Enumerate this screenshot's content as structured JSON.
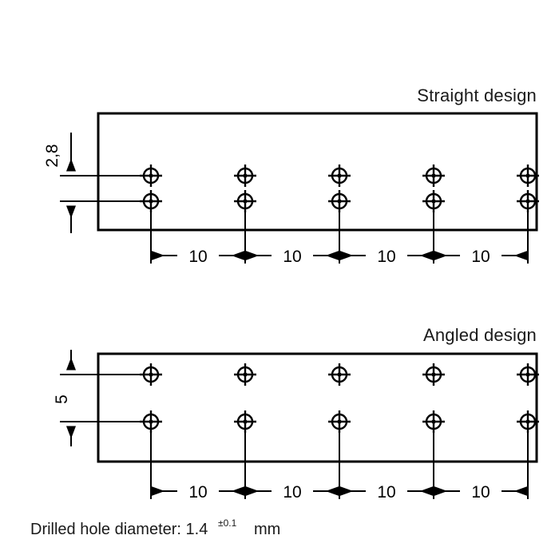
{
  "figure": {
    "kind": "mechanical-drilling-pattern-drawing",
    "caption": {
      "main": "Drilled hole diameter: 1.4",
      "tolerance": "±0.1",
      "unit": "mm"
    }
  },
  "panels": [
    {
      "id": "straight",
      "label": "Straight design",
      "vertical_dimension": {
        "value": "2,8",
        "orientation": "vertical-rotated"
      },
      "horizontal_dimensions": [
        "10",
        "10",
        "10",
        "10"
      ],
      "hole_columns": 5,
      "hole_rows": 2
    },
    {
      "id": "angled",
      "label": "Angled design",
      "vertical_dimension": {
        "value": "5",
        "orientation": "vertical-rotated"
      },
      "horizontal_dimensions": [
        "10",
        "10",
        "10",
        "10"
      ],
      "hole_columns": 5,
      "hole_rows": 2
    }
  ],
  "colors": {
    "line": "#000000",
    "background": "#ffffff",
    "text": "#1a1a1a"
  }
}
